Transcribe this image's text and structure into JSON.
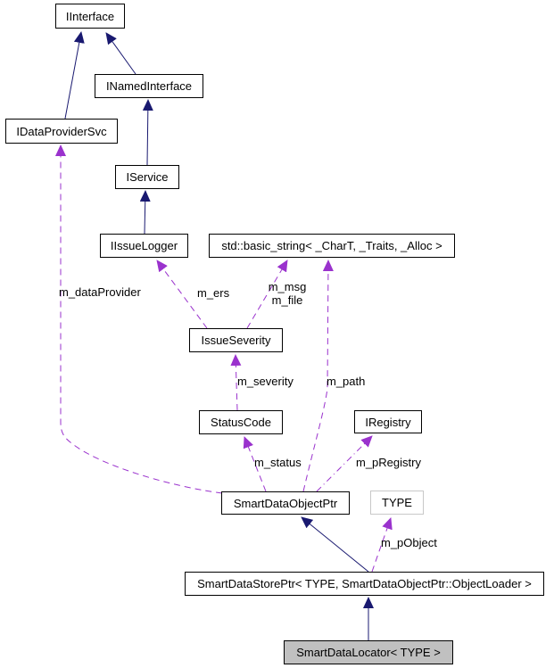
{
  "nodes": {
    "IInterface": {
      "label": "IInterface"
    },
    "INamedInterface": {
      "label": "INamedInterface"
    },
    "IDataProviderSvc": {
      "label": "IDataProviderSvc"
    },
    "IService": {
      "label": "IService"
    },
    "IIssueLogger": {
      "label": "IIssueLogger"
    },
    "basic_string": {
      "label": "std::basic_string< _CharT, _Traits, _Alloc >"
    },
    "IssueSeverity": {
      "label": "IssueSeverity"
    },
    "StatusCode": {
      "label": "StatusCode"
    },
    "IRegistry": {
      "label": "IRegistry"
    },
    "SmartDataObjectPtr": {
      "label": "SmartDataObjectPtr"
    },
    "TYPE": {
      "label": "TYPE"
    },
    "SmartDataStorePtr": {
      "label": "SmartDataStorePtr< TYPE, SmartDataObjectPtr::ObjectLoader >"
    },
    "SmartDataLocator": {
      "label": "SmartDataLocator< TYPE >"
    }
  },
  "edge_labels": {
    "m_dataProvider": "m_dataProvider",
    "m_ers": "m_ers",
    "m_msg": "m_msg",
    "m_file": "m_file",
    "m_severity": "m_severity",
    "m_path": "m_path",
    "m_status": "m_status",
    "m_pRegistry": "m_pRegistry",
    "m_pObject": "m_pObject"
  },
  "colors": {
    "inheritance_edge": "#191970",
    "usage_edge": "#9a32cd",
    "node_border": "#000000",
    "node_fill": "#ffffff",
    "template_param_border": "#c8c8c8",
    "current_node_fill": "#c0c0c0"
  }
}
